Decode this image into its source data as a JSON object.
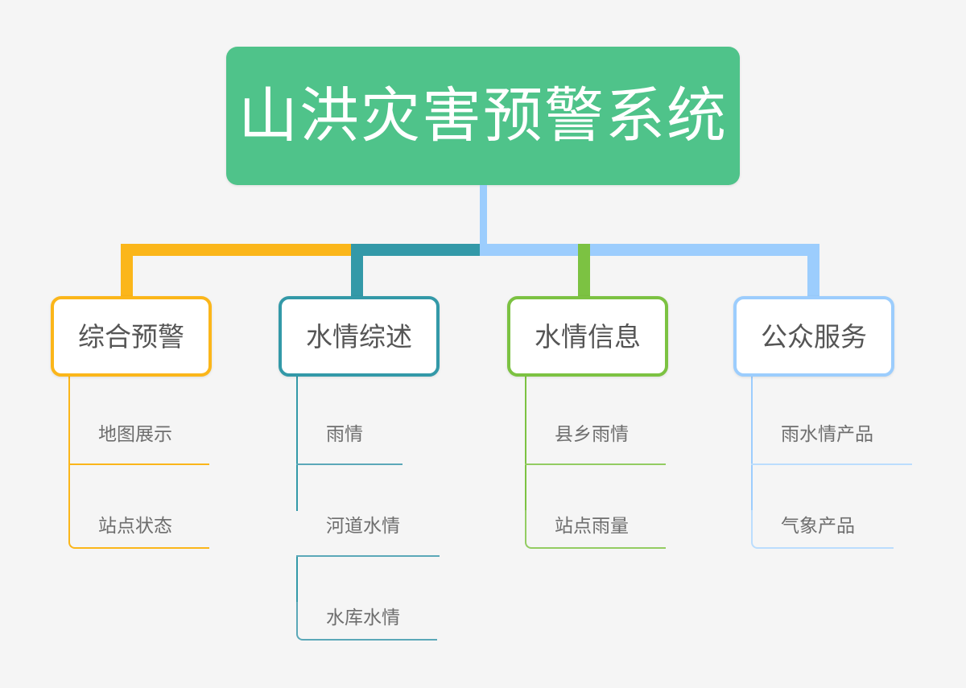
{
  "diagram": {
    "type": "mindmap-tree",
    "background_color": "#f5f5f5",
    "root": {
      "label": "山洪灾害预警系统",
      "fill_color": "#4FC38A",
      "text_color": "#ffffff"
    },
    "trunk_color": "#9CCDFD",
    "branches": [
      {
        "label": "综合预警",
        "color": "#FBB61A",
        "children": [
          {
            "label": "地图展示"
          },
          {
            "label": "站点状态"
          }
        ]
      },
      {
        "label": "水情综述",
        "color": "#3399A8",
        "children": [
          {
            "label": "雨情"
          },
          {
            "label": "河道水情"
          },
          {
            "label": "水库水情"
          }
        ]
      },
      {
        "label": "水情信息",
        "color": "#7CC242",
        "children": [
          {
            "label": "县乡雨情"
          },
          {
            "label": "站点雨量"
          }
        ]
      },
      {
        "label": "公众服务",
        "color": "#9CCDFD",
        "children": [
          {
            "label": "雨水情产品"
          },
          {
            "label": "气象产品"
          }
        ]
      }
    ]
  }
}
